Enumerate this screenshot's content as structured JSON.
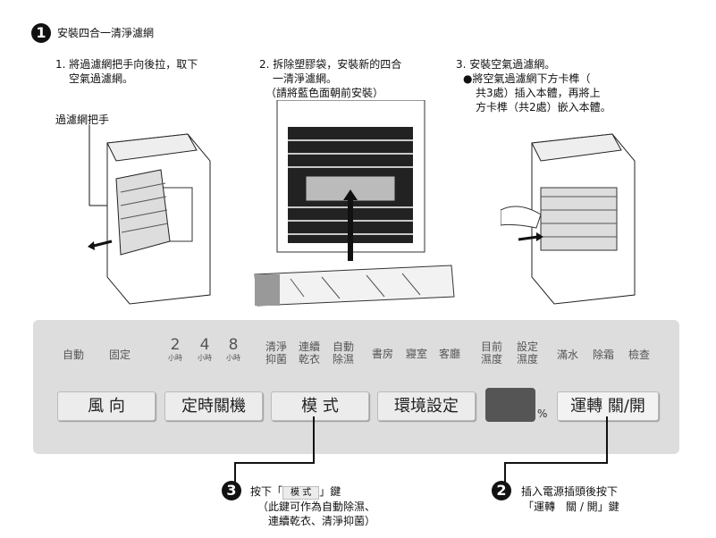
{
  "step1": {
    "number": "1",
    "title": "安裝四合一清淨濾網"
  },
  "instructions": [
    {
      "lines": [
        "1. 將過濾網把手向後拉，取下",
        "空氣過濾網。"
      ]
    },
    {
      "lines": [
        "2. 拆除塑膠袋，安裝新的四合",
        "一清淨濾網。",
        "（請將藍色面朝前安裝）"
      ]
    },
    {
      "lines": [
        "3. 安裝空氣過濾網。",
        "●將空氣過濾網下方卡榫（",
        "共3處）插入本體，再將上",
        "方卡榫（共2處）嵌入本體。"
      ]
    }
  ],
  "callout_handle": "過濾網把手",
  "panel": {
    "labels": {
      "auto": "自動",
      "fixed": "固定",
      "timer": [
        {
          "n": "2",
          "u": "小時"
        },
        {
          "n": "4",
          "u": "小時"
        },
        {
          "n": "8",
          "u": "小時"
        }
      ],
      "modes": [
        [
          "清淨",
          "抑菌"
        ],
        [
          "連續",
          "乾衣"
        ],
        [
          "自動",
          "除濕"
        ]
      ],
      "rooms": [
        "書房",
        "寢室",
        "客廳"
      ],
      "humidity": [
        [
          "目前",
          "濕度"
        ],
        [
          "設定",
          "濕度"
        ]
      ],
      "status": [
        "滿水",
        "除霜",
        "檢查"
      ]
    },
    "buttons": {
      "wind": "風 向",
      "timer_off": "定時關機",
      "mode": "模 式",
      "env": "環境設定",
      "power": "運轉 關/開"
    },
    "percent": "%"
  },
  "step3": {
    "number": "3",
    "line1_a": "按下「",
    "line1_key": "模 式",
    "line1_b": "」鍵",
    "line2": "（此鍵可作為自動除濕、",
    "line3": "連續乾衣、清淨抑菌）"
  },
  "step2": {
    "number": "2",
    "line1": "插入電源插頭後按下",
    "line2": "「運轉　關 / 開」鍵"
  }
}
